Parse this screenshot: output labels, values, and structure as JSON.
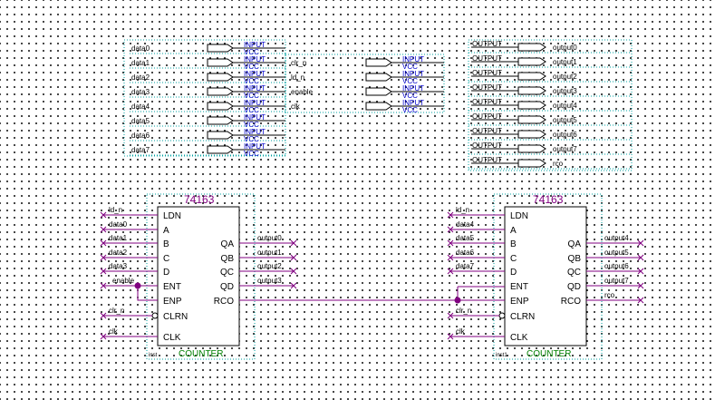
{
  "inputs_left": [
    "data0",
    "data1",
    "data2",
    "data3",
    "data4",
    "data5",
    "data6",
    "data7"
  ],
  "inputs_mid": [
    "clr_n",
    "ld_n",
    "enable",
    "clk"
  ],
  "input_word": "INPUT",
  "vcc_word": "VCC",
  "output_word": "OUTPUT",
  "outputs": [
    "output0",
    "output1",
    "output2",
    "output3",
    "output4",
    "output5",
    "output6",
    "output7",
    "rco"
  ],
  "counter0": {
    "title": "74163",
    "footer": "COUNTER",
    "instance": "inst",
    "left_pins": [
      "LDN",
      "A",
      "B",
      "C",
      "D",
      "ENT",
      "ENP",
      "CLRN",
      "CLK"
    ],
    "right_pins": [
      "QA",
      "QB",
      "QC",
      "QD",
      "RCO"
    ],
    "left_nets": [
      "ld_n",
      "data0",
      "data1",
      "data2",
      "data3",
      "enable",
      "",
      "clr_n",
      "clk"
    ],
    "right_nets": [
      "output0",
      "output1",
      "output2",
      "output3",
      ""
    ]
  },
  "counter1": {
    "title": "74163",
    "footer": "COUNTER",
    "instance": "inst1",
    "left_pins": [
      "LDN",
      "A",
      "B",
      "C",
      "D",
      "ENT",
      "ENP",
      "CLRN",
      "CLK"
    ],
    "right_pins": [
      "QA",
      "QB",
      "QC",
      "QD",
      "RCO"
    ],
    "left_nets": [
      "ld_n",
      "data4",
      "data5",
      "data6",
      "data7",
      "",
      "",
      "clr_n",
      "clk"
    ],
    "right_nets": [
      "output4",
      "output5",
      "output6",
      "output7",
      "rco"
    ]
  },
  "colors": {
    "wire": "#800080",
    "io_label": "#0000cc",
    "footer": "#008000",
    "frame": "#00a0a0"
  }
}
